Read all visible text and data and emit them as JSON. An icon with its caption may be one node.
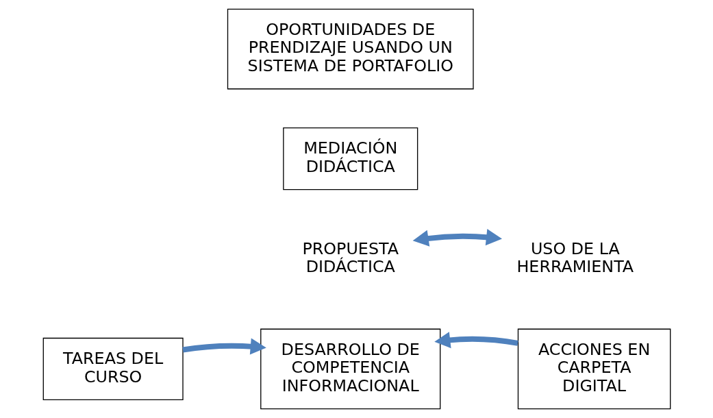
{
  "diagram": {
    "nodes": [
      {
        "text": [
          "OPORTUNIDADES DE PRENDIZAJE USANDO UN SISTEMA DE PORTAFOLIO"
        ]
      },
      {
        "text": [
          "MEDIACIÓN DIDÁCTICA"
        ]
      },
      {
        "text": [
          "PROPUESTA DIDÁCTICA"
        ]
      },
      {
        "text": [
          "USO DE LA HERRAMIENTA"
        ]
      },
      {
        "text": [
          "TAREAS DEL CURSO"
        ]
      },
      {
        "text": [
          "DESARROLLO DE COMPETENCIA INFORMACIONAL"
        ]
      },
      {
        "text": [
          "ACCIONES EN CARPETA DIGITAL"
        ]
      }
    ],
    "edges": [
      {
        "from": 2,
        "to": 3,
        "arrow": "both"
      },
      {
        "from": 4,
        "to": 5,
        "arrow": "to"
      },
      {
        "from": 6,
        "to": 5,
        "arrow": "to"
      }
    ]
  }
}
